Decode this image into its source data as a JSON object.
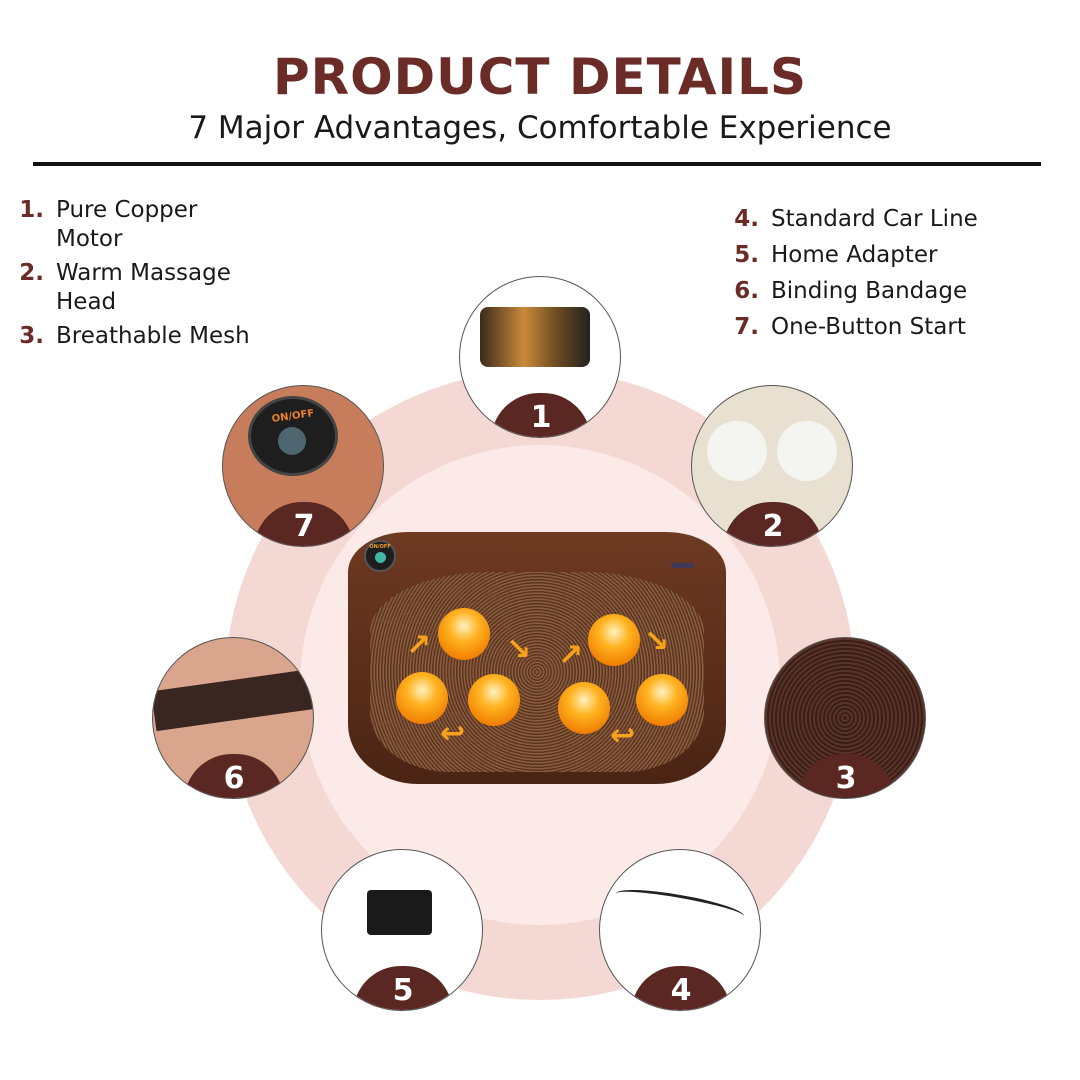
{
  "header": {
    "title": "PRODUCT DETAILS",
    "subtitle": "7 Major Advantages, Comfortable Experience"
  },
  "features_left": [
    {
      "num": "1.",
      "label": "Pure Copper Motor"
    },
    {
      "num": "2.",
      "label": "Warm Massage Head"
    },
    {
      "num": "3.",
      "label": "Breathable Mesh"
    }
  ],
  "features_right": [
    {
      "num": "4.",
      "label": "Standard Car Line"
    },
    {
      "num": "5.",
      "label": "Home Adapter"
    },
    {
      "num": "6.",
      "label": "Binding Bandage"
    },
    {
      "num": "7.",
      "label": "One-Button Start"
    }
  ],
  "badges": [
    "1",
    "2",
    "3",
    "4",
    "5",
    "6",
    "7"
  ],
  "product": {
    "button_label": "ON/OFF",
    "brand": "NOBO"
  },
  "colors": {
    "accent": "#6b2b27",
    "badge": "#5b2722",
    "ring_outer": "#f4d8d3",
    "ring_inner": "#fbeae7"
  }
}
